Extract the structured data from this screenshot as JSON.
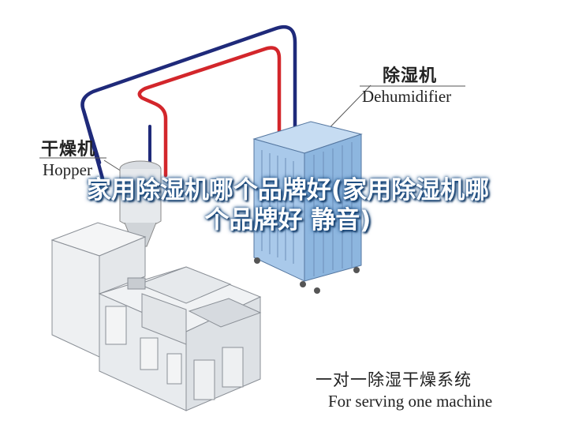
{
  "labels": {
    "dehumidifier_cn": "除湿机",
    "dehumidifier_en": "Dehumidifier",
    "hopper_cn": "干燥机",
    "hopper_en": "Hopper",
    "system_cn": "一对一除湿干燥系统",
    "system_en": "For serving one machine"
  },
  "overlay_title": "家用除湿机哪个品牌好(家用除湿机哪个品牌好 静音)",
  "colors": {
    "pipe_blue": "#1f2a7a",
    "pipe_red": "#d3262b",
    "dehumidifier_body": "#a9c9ea",
    "machine_body": "#eef0f2",
    "overlay_text": "#ffffff",
    "overlay_outline": "#1c4f86"
  }
}
